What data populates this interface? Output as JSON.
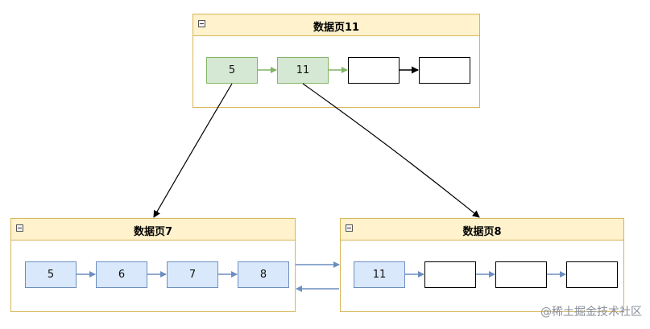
{
  "pages": {
    "top": {
      "title": "数据页11",
      "cells": [
        "5",
        "11",
        "",
        ""
      ]
    },
    "left": {
      "title": "数据页7",
      "cells": [
        "5",
        "6",
        "7",
        "8"
      ]
    },
    "right": {
      "title": "数据页8",
      "cells": [
        "11",
        "",
        "",
        ""
      ]
    }
  },
  "colors": {
    "page_border": "#d6b656",
    "page_header": "#fff2cc",
    "green_fill": "#d5e8d4",
    "green_stroke": "#82b366",
    "blue_fill": "#dae8fc",
    "blue_stroke": "#6c8ebf"
  },
  "watermark": "@稀土掘金技术社区"
}
